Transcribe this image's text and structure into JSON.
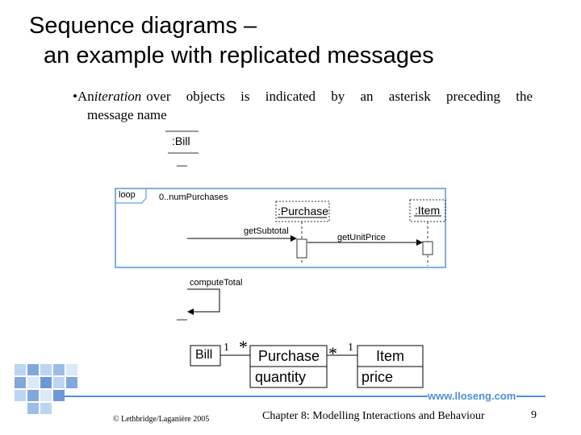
{
  "slide": {
    "title_line1": "Sequence diagrams –",
    "title_line2": "an example with replicated messages",
    "bullet_prefix": "An",
    "bullet_em": "iteration",
    "bullet_rest_line1": "over objects is indicated by an asterisk preceding the",
    "bullet_line2": "message name"
  },
  "sequence": {
    "bill_lifeline": ":Bill",
    "loop_label": "loop",
    "loop_guard": "0..numPurchases",
    "purchase_lifeline": ":Purchase",
    "item_lifeline": ":Item",
    "msg_getsubtotal": "getSubtotal",
    "msg_getunitprice": "getUnitPrice",
    "msg_computetotal": "computeTotal"
  },
  "class_diagram": {
    "bill": "Bill",
    "mult_bill_purchase_1": "1",
    "mult_bill_purchase_star": "*",
    "purchase": "Purchase",
    "purchase_attr": "quantity",
    "mult_purchase_item_star": "*",
    "mult_purchase_item_1": "1",
    "item": "Item",
    "item_attr": "price"
  },
  "footer": {
    "website": "www.lloseng.com",
    "copyright": "© Lethbridge/Laganière 2005",
    "chapter": "Chapter 8: Modelling Interactions and Behaviour",
    "page": "9"
  },
  "colors": {
    "accent_blue": "#4f8fd8",
    "frame_blue": "#7fb0e6",
    "mosaic_light": "#bcd5f2",
    "mosaic_mid": "#7fa8dc"
  }
}
